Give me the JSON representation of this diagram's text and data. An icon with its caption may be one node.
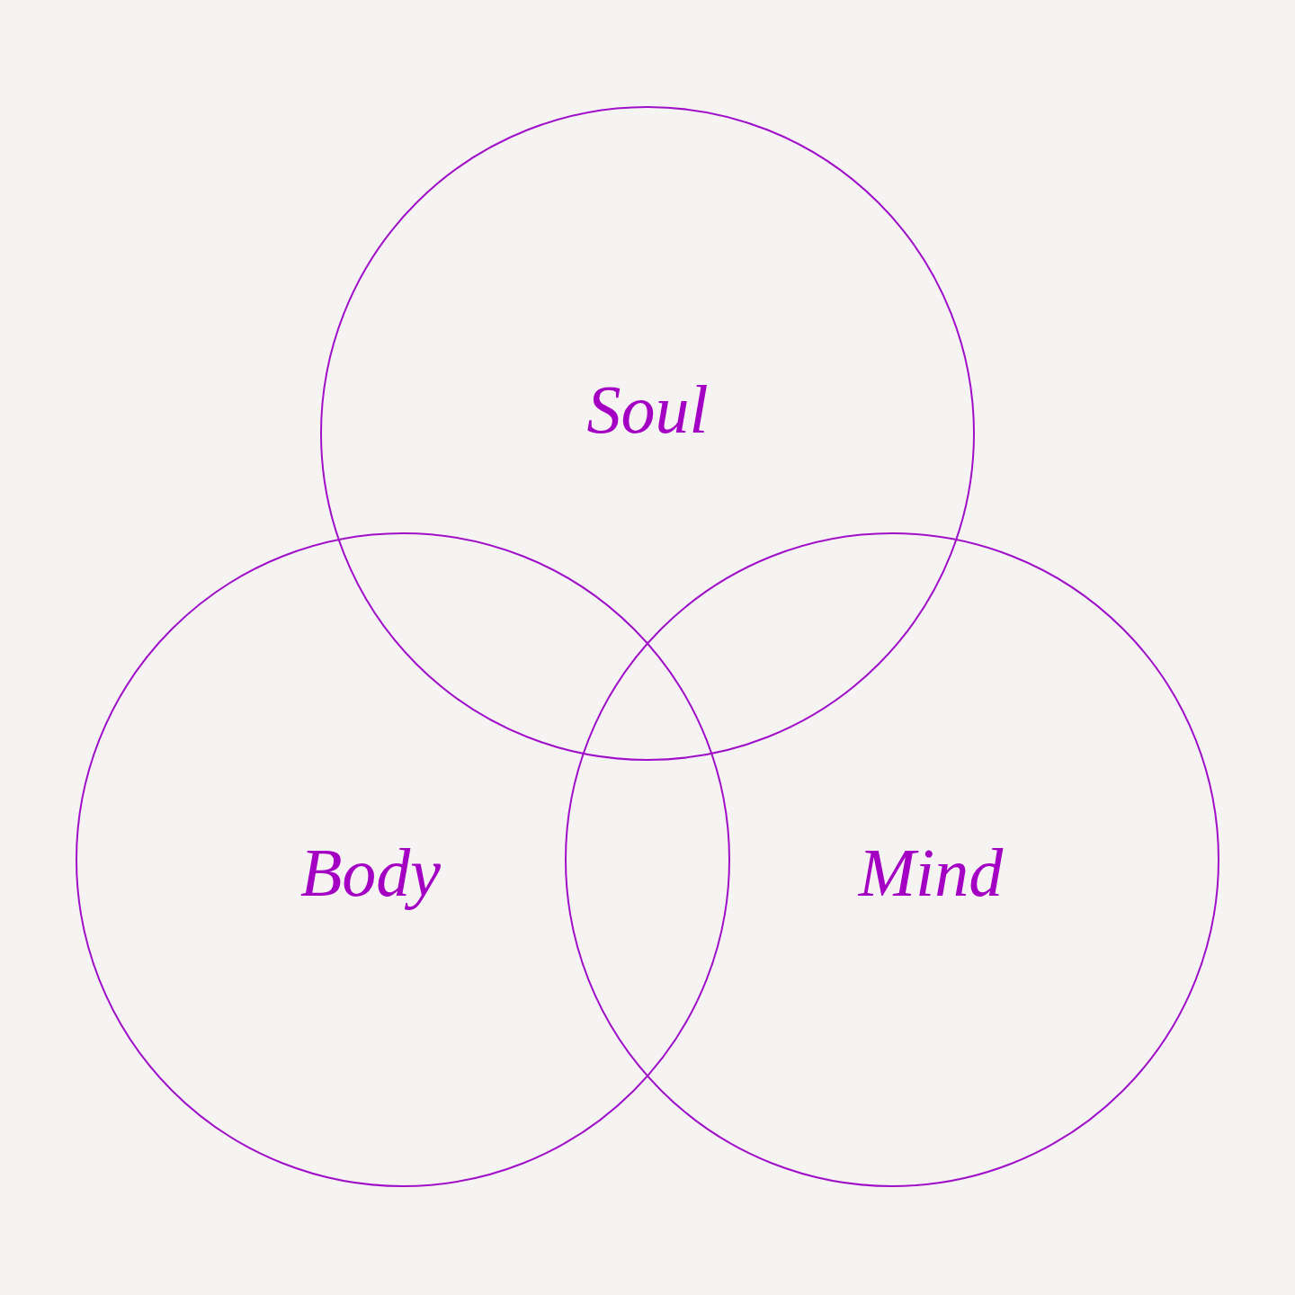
{
  "diagram": {
    "nodes": [
      {
        "text": [
          "Soul"
        ]
      },
      {
        "text": [
          "Body"
        ]
      },
      {
        "text": [
          "Mind"
        ]
      }
    ]
  }
}
